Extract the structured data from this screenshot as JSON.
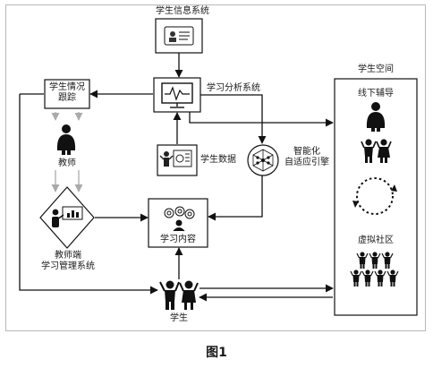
{
  "labels": {
    "student_info_system": "学生信息系统",
    "learning_analysis_system": "学习分析系统",
    "student_tracking": "学生情况\n跟踪",
    "teacher": "教师",
    "student_data": "学生数据",
    "adaptive_engine": "智能化\n自适应引擎",
    "learning_content": "学习内容",
    "teacher_system": "教师端\n学习管理系统",
    "student": "学生",
    "student_space": "学生空间",
    "offline_tutoring": "线下辅导",
    "virtual_community": "虚拟社区"
  },
  "caption": "图1",
  "icons": [
    "id-card-icon",
    "monitor-pulse-icon",
    "teacher-person-icon",
    "student-data-icon",
    "cube-network-icon",
    "gears-icon",
    "teacher-board-icon",
    "students-icon",
    "cycle-arrows-icon",
    "community-icon"
  ]
}
